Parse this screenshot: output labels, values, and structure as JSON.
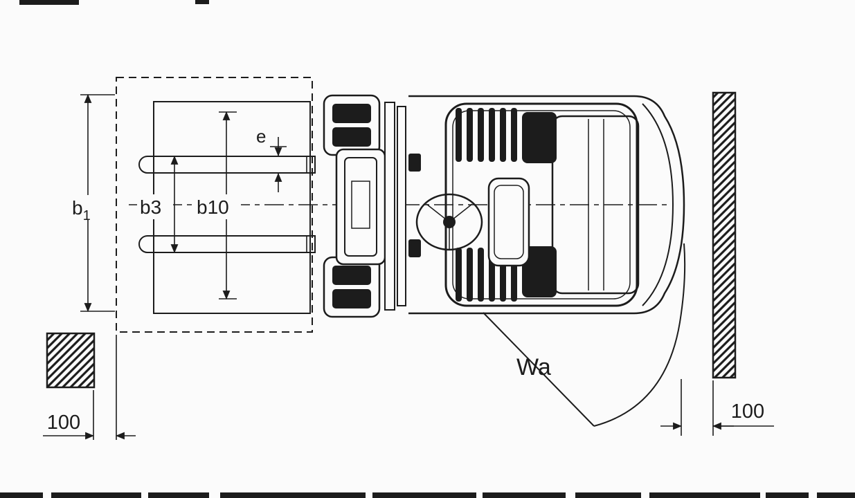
{
  "colors": {
    "line": "#1c1c1c",
    "bg": "#fbfbfb"
  },
  "labels": {
    "b1_base": "b",
    "b1_sub": "1",
    "b3": "b3",
    "b10": "b10",
    "e": "e",
    "wa": "Wa",
    "clearance_left": "100",
    "clearance_right": "100"
  }
}
